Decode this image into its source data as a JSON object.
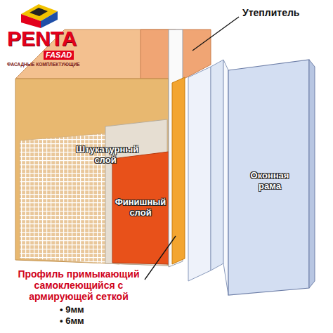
{
  "diagram": {
    "labels": [
      "PENTA",
      "FASAD",
      "ФАСАДНЫЕ КОМПЛЕКТУЮЩИЕ",
      "Утеплитель",
      "Штукатурный слой",
      "Финишный слой",
      "Оконная рама",
      "Профиль примыкающий самоклеющийся с армирующей сеткой",
      "• 9мм",
      "• 6мм"
    ]
  }
}
